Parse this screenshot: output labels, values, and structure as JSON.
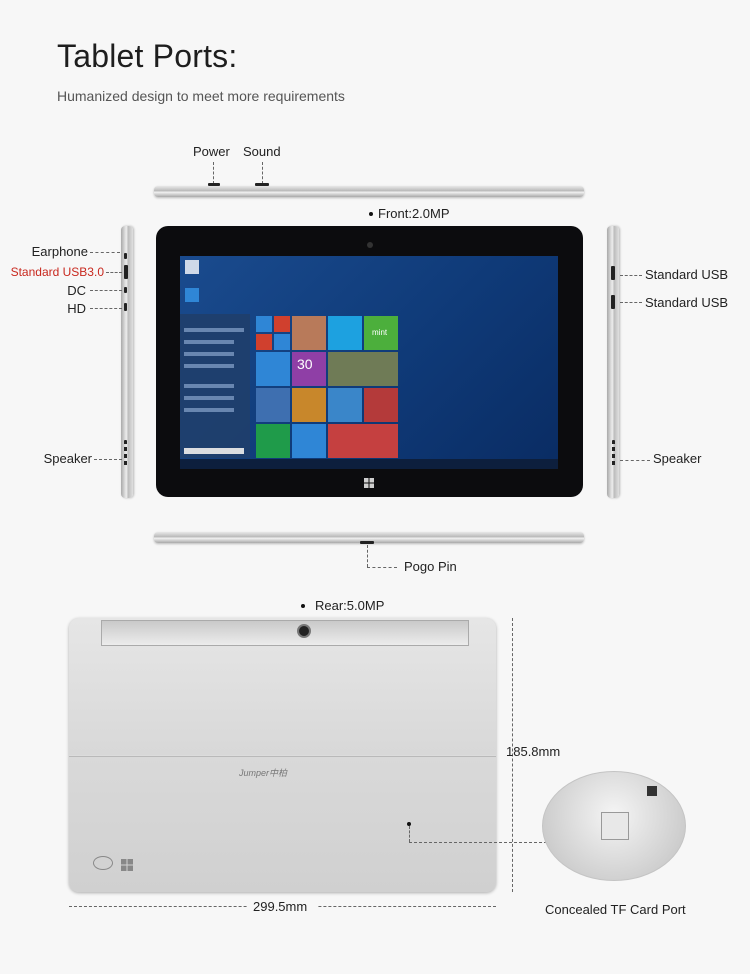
{
  "header": {
    "title": "Tablet Ports:",
    "subtitle": "Humanized design to meet more requirements"
  },
  "top_view": {
    "power": "Power",
    "sound": "Sound"
  },
  "front_view": {
    "front_camera": "Front:2.0MP",
    "left_side": {
      "earphone": "Earphone",
      "usb3": "Standard USB3.0",
      "dc": "DC",
      "hd": "HD",
      "speaker": "Speaker"
    },
    "right_side": {
      "usb1": "Standard USB",
      "usb2": "Standard USB",
      "speaker": "Speaker"
    },
    "screen_tile_30": "30",
    "screen_tile_mint": "mint"
  },
  "bottom_view": {
    "pogo_pin": "Pogo Pin"
  },
  "back_view": {
    "rear_camera": "Rear:5.0MP",
    "height_dim": "185.8mm",
    "width_dim": "299.5mm",
    "brand": "Jumper中柏",
    "tf_port": "Concealed TF Card Port"
  },
  "colors": {
    "accent_red": "#c8281e",
    "screen_blue": "#1a4b8e"
  }
}
